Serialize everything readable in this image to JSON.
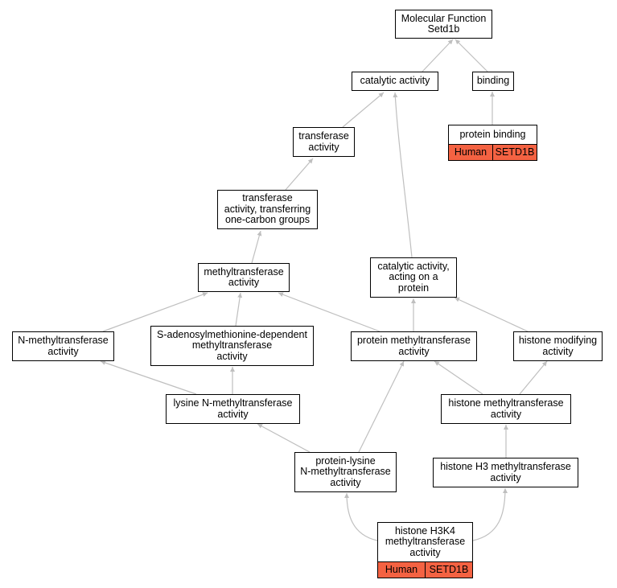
{
  "colors": {
    "edge": "#bfbfbf",
    "node_border": "#000000",
    "tag_fill": "#f46242"
  },
  "nodes": {
    "root": {
      "label": "Molecular Function\nSetd1b"
    },
    "catalytic": {
      "label": "catalytic activity"
    },
    "binding": {
      "label": "binding"
    },
    "protein_binding": {
      "label": "protein binding",
      "tags": [
        "Human",
        "SETD1B"
      ]
    },
    "transferase": {
      "label": "transferase\nactivity"
    },
    "one_carbon": {
      "label": "transferase\nactivity, transferring\none-carbon groups"
    },
    "methyltransferase": {
      "label": "methyltransferase\nactivity"
    },
    "catalytic_protein": {
      "label": "catalytic activity,\nacting on a\nprotein"
    },
    "n_methyl": {
      "label": "N-methyltransferase\nactivity"
    },
    "sam_dependent": {
      "label": "S-adenosylmethionine-dependent\nmethyltransferase\nactivity"
    },
    "protein_methyl": {
      "label": "protein methyltransferase\nactivity"
    },
    "histone_modifying": {
      "label": "histone modifying\nactivity"
    },
    "lysine_n_methyl": {
      "label": "lysine N-methyltransferase\nactivity"
    },
    "histone_methyl": {
      "label": "histone methyltransferase\nactivity"
    },
    "protein_lysine": {
      "label": "protein-lysine\nN-methyltransferase\nactivity"
    },
    "histone_h3": {
      "label": "histone H3 methyltransferase\nactivity"
    },
    "histone_h3k4": {
      "label": "histone H3K4\nmethyltransferase\nactivity",
      "tags": [
        "Human",
        "SETD1B"
      ]
    }
  }
}
